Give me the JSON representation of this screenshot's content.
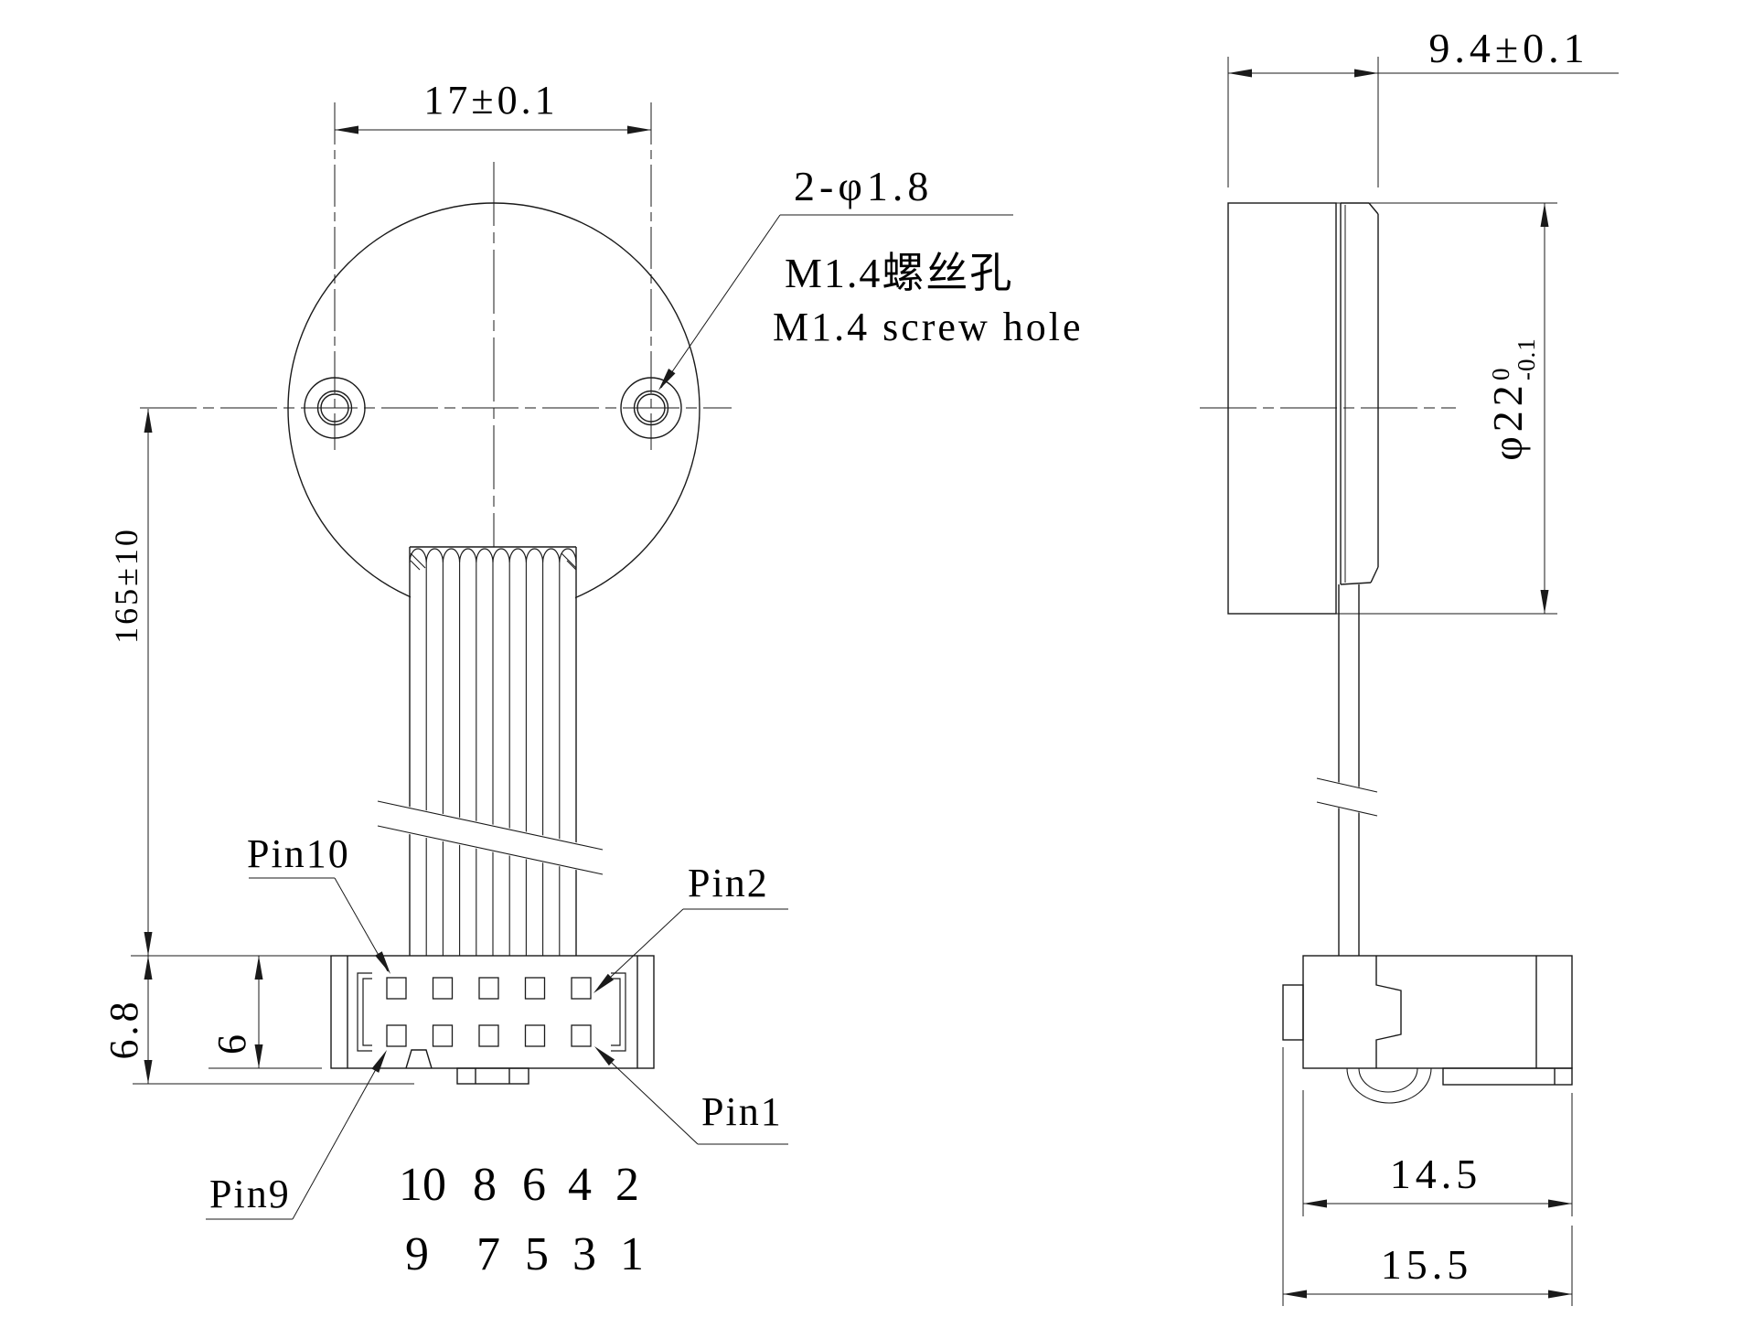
{
  "front": {
    "dims": {
      "hole_spacing": "17±0.1",
      "cable_length": "165±10",
      "connector_total_height": "6.8",
      "connector_body_height": "6"
    },
    "callout": {
      "qty_dia": "2-φ1.8",
      "note_cn": "M1.4螺丝孔",
      "note_en": "M1.4 screw hole"
    },
    "pin_labels": {
      "pin10": "Pin10",
      "pin2": "Pin2",
      "pin9": "Pin9",
      "pin1": "Pin1"
    },
    "pin_numbers": {
      "row1": [
        "10",
        "8",
        "6",
        "4",
        "2"
      ],
      "row2": [
        "9",
        "7",
        "5",
        "3",
        "1"
      ]
    }
  },
  "side": {
    "dims": {
      "body_width": "9.4±0.1",
      "diameter_main": "φ22",
      "diameter_tol_upper": "0",
      "diameter_tol_lower": "-0.1",
      "connector_body_width": "14.5",
      "connector_total_width": "15.5"
    }
  },
  "colors": {
    "line": "#1a1a1a",
    "background": "#ffffff"
  }
}
